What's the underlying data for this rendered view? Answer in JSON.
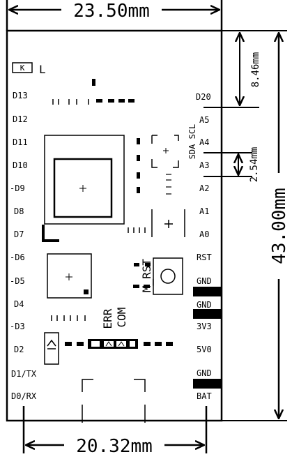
{
  "dimensions": {
    "top_width": "23.50mm",
    "height": "43.00mm",
    "pitch_upper": "8.46mm",
    "pitch_pin": "2.54mm",
    "bottom_width": "20.32mm"
  },
  "silkscreen": {
    "key_box": "K",
    "key_label": "L",
    "sda_scl": "SDA SCL",
    "m_rst": "M_RST",
    "err": "ERR",
    "com": "COM"
  },
  "left_pins": [
    "D13",
    "D12",
    "D11",
    "D10",
    "-D9",
    "D8",
    "D7",
    "-D6",
    "-D5",
    "D4",
    "-D3",
    "D2",
    "D1/TX",
    "D0/RX"
  ],
  "right_pins": [
    "D20",
    "A5",
    "A4",
    "A3",
    "A2",
    "A1",
    "A0",
    "RST",
    "GND",
    "GND",
    "3V3",
    "5V0",
    "GND",
    "BAT"
  ],
  "colors": {
    "ink": "#000000",
    "background": "#ffffff"
  }
}
